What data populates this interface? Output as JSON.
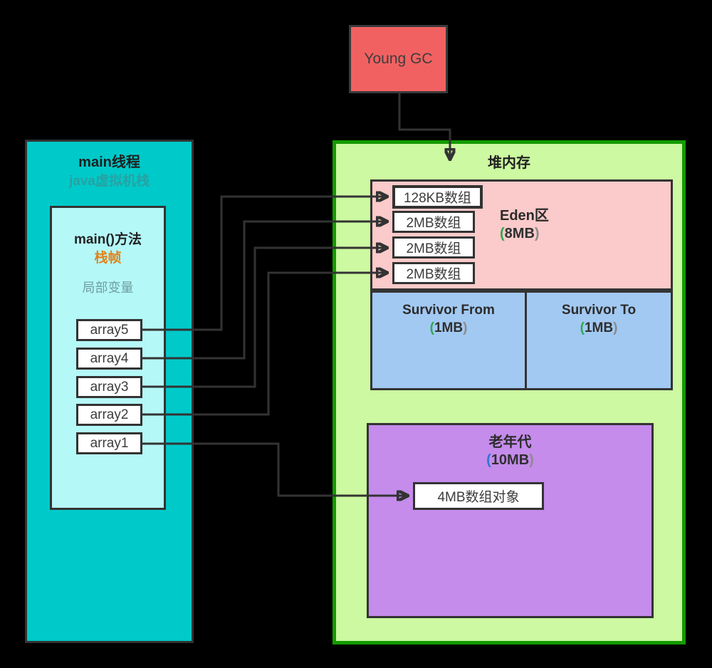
{
  "young_gc": {
    "label": "Young GC"
  },
  "stack": {
    "title": "main线程",
    "subtitle": "java虚拟机栈",
    "frame": {
      "title": "main()方法",
      "subtitle": "栈帧",
      "vars_label": "局部变量",
      "arrays": [
        "array5",
        "array4",
        "array3",
        "array2",
        "array1"
      ]
    }
  },
  "heap": {
    "title": "堆内存",
    "eden": {
      "label": "Eden区",
      "paren_open": "(",
      "size": "8MB",
      "paren_close": ")",
      "objects": [
        "128KB数组",
        "2MB数组",
        "2MB数组",
        "2MB数组"
      ]
    },
    "survivor_from": {
      "label": "Survivor From",
      "paren_open": "(",
      "size": "1MB",
      "paren_close": ")"
    },
    "survivor_to": {
      "label": "Survivor To",
      "paren_open": "(",
      "size": "1MB",
      "paren_close": ")"
    },
    "old_gen": {
      "label": "老年代",
      "paren_open": "(",
      "size": "10MB",
      "paren_close": ")",
      "object_label": "4MB数组对象"
    }
  },
  "colors": {
    "background": "#000000",
    "young_gc_fill": "#f26161",
    "stack_fill": "#00c9c9",
    "frame_fill": "#b5f8f8",
    "heap_fill": "#ccf9a1",
    "heap_border": "#149b01",
    "eden_fill": "#fbcaca",
    "survivor_fill": "#a2c9f2",
    "old_gen_fill": "#c58ceb",
    "object_box_fill": "#ffffff",
    "connector": "#333333",
    "frame_subtitle_orange": "#e0821a",
    "paren_green": "#2fa84e",
    "paren_blue": "#2e75d8",
    "paren_gray": "#8b8b8b"
  }
}
